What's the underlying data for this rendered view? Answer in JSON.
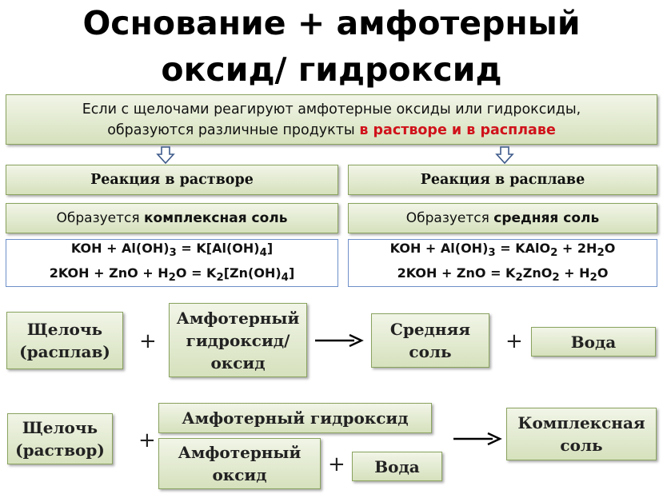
{
  "title": {
    "line1": "Основание + амфотерный",
    "line2": "оксид/ гидроксид"
  },
  "intro": {
    "line1": "Если с щелочами реагируют амфотерные оксиды или гидроксиды,",
    "line2_plain": "образуются различные продукты ",
    "line2_highlight": "в растворе и в расплаве"
  },
  "columns": {
    "solution": {
      "header": "Реакция в растворе",
      "forms_prefix": "Образуется ",
      "forms_salt": "комплексная соль",
      "eq1": {
        "a": "KOH + Al(OH)",
        "a_sub": "3",
        "b": " = K[Al(OH)",
        "b_sub": "4",
        "c": "]"
      },
      "eq2": {
        "a": "2KOH + ZnO + H",
        "a_sub": "2",
        "b": "O = K",
        "b_sub": "2",
        "c": "[Zn(OH)",
        "c_sub": "4",
        "d": "]"
      }
    },
    "melt": {
      "header": "Реакция в расплаве",
      "forms_prefix": "Образуется ",
      "forms_salt": "средняя соль",
      "eq1": {
        "a": "KOH + Al(OH)",
        "a_sub": "3",
        "b": " = KAlO",
        "b_sub": "2",
        "c": " + 2H",
        "c_sub": "2",
        "d": "O"
      },
      "eq2": {
        "a": "2KOH + ZnO = K",
        "a_sub": "2",
        "b": "ZnO",
        "b_sub": "2",
        "c": " + H",
        "c_sub": "2",
        "d": "O"
      }
    }
  },
  "scheme_melt": {
    "alkali": [
      "Щелочь",
      "(расплав)"
    ],
    "plus1": "+",
    "amphoteric": [
      "Амфотерный",
      "гидроксид/",
      "оксид"
    ],
    "salt": [
      "Средняя",
      "соль"
    ],
    "plus2": "+",
    "water": "Вода"
  },
  "scheme_solution": {
    "alkali": [
      "Щелочь",
      "(раствор)"
    ],
    "plus1": "+",
    "hydroxide": "Амфотерный гидроксид",
    "oxide": [
      "Амфотерный",
      "оксид"
    ],
    "plus2": "+",
    "water": "Вода",
    "product": [
      "Комплексная",
      "соль"
    ]
  },
  "colors": {
    "box_fill_top": "#f1f5e7",
    "box_fill_bottom": "#d6e1bd",
    "box_border": "#8aa35f",
    "formula_border": "#6f8fc9",
    "highlight": "#d0121b",
    "down_arrow": "#3d5a8a"
  }
}
